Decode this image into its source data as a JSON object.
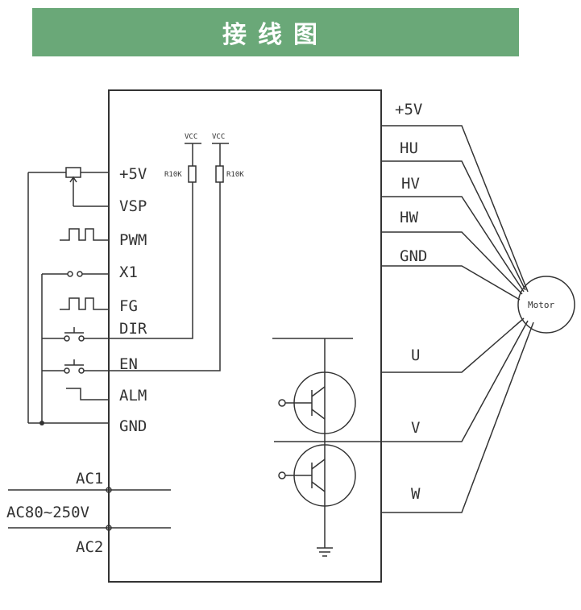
{
  "banner": {
    "title": "接线图",
    "color": "#6aa878"
  },
  "controller": {
    "left_pins": [
      "+5V",
      "VSP",
      "PWM",
      "X1",
      "FG",
      "DIR",
      "EN",
      "ALM",
      "GND"
    ],
    "right_pins": [
      "+5V",
      "HU",
      "HV",
      "HW",
      "GND",
      "U",
      "V",
      "W"
    ]
  },
  "pullups": {
    "supply_label": "VCC",
    "resistor_label": "R10K"
  },
  "power": {
    "terminal_1": "AC1",
    "range": "AC80~250V",
    "terminal_2": "AC2"
  },
  "motor": {
    "label": "Motor"
  }
}
